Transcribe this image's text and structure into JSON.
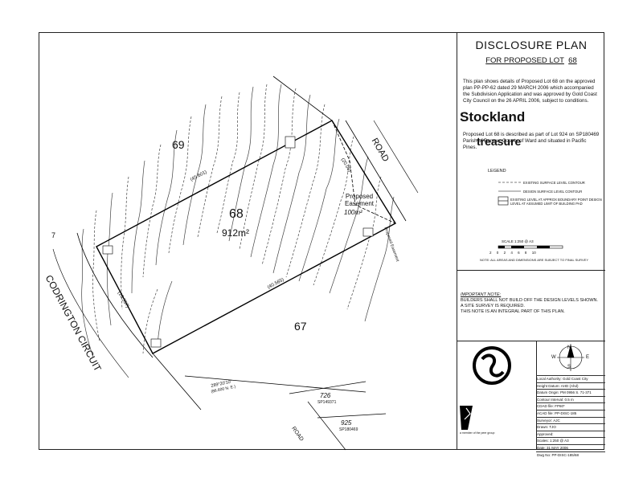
{
  "title": "DISCLOSURE PLAN",
  "subtitle": {
    "prefix": "FOR PROPOSED LOT",
    "lot": "68"
  },
  "description": "This plan shows details of Proposed Lot 68 on the approved plan PP-PP-62 dated 29 MARCH 2006 which accompanied the Subdivision Application and was approved by Gold Coast City Council on the 26 APRIL 2006, subject to conditions.",
  "lot_description": "Proposed Lot 68 is described as part of Lot 924 on SP180469 Parish of Barrow, County of Ward and situated in Pacific Pines.",
  "legend": {
    "heading": "LEGEND",
    "items": [
      "EXISTING SURFACE LEVEL CONTOUR",
      "DESIGN SURFACE LEVEL CONTOUR",
      "EXISTING LEVEL AT APPROX BOUNDARY POINT DESIGN LEVEL AT ASSUMED LIMIT OF BUILDING PAD"
    ]
  },
  "scale": {
    "caption": "SCALE 1:250 @ A3",
    "ticks": [
      "2",
      "0",
      "2",
      "4",
      "6",
      "8",
      "10"
    ],
    "note": "NOTE: ALL AREAS AND DIMENSIONS ARE SUBJECT TO FINAL SURVEY"
  },
  "notes": [
    "IMPORTANT NOTE:",
    "BUILDERS SHALL NOT BUILD OFF THE DESIGN LEVELS SHOWN.",
    "A SITE SURVEY IS REQUIRED.",
    "THIS NOTE IS AN INTEGRAL PART OF THIS PLAN."
  ],
  "brand": {
    "primary": "Stockland",
    "secondary": "treasure",
    "tagline": "a member of the peer group"
  },
  "info_rows": [
    "Local Authority: Gold Coast City",
    "Height Datum: AHD (Ahd)",
    "Datum Origin: PM 0956 S. 71-371",
    "Contour Interval: 0.5 m",
    "CDAD file: FP60*",
    "ACAD file: PP-DISC-185",
    "Surveyor: AJC",
    "Drawn: TJO",
    "Approved:",
    "Scales: 1:250 @ A3",
    "Date: 31 MAY 2006",
    "Dwg No: PP-DISC-185/68"
  ],
  "north_arrow": {
    "n": "N",
    "e": "E",
    "s": "S",
    "w": "W"
  },
  "map": {
    "lot_69": "69",
    "lot_68": "68",
    "lot_68_area": "912m²",
    "lot_67": "67",
    "road_top": "ROAD",
    "road_bottom": "ROAD",
    "street_left": "CODRINGTON CIRCUIT",
    "easement_label": "Proposed Easement",
    "easement_area": "100m²",
    "easement_vertical": "Proposed Easement",
    "lot_726": "726",
    "sp_726": "SP149371",
    "lot_925": "925",
    "sp_925": "SP180469",
    "dim_top": "(45.601)",
    "dim_bottom": "(40.565)",
    "dim_left": "(16.557)",
    "dim_right": "(20.00)",
    "bearing": "289°20'10\"",
    "bearing_sub": "(86.600 N. E.)",
    "seven": "7"
  },
  "colors": {
    "ink": "#111111",
    "paper": "#ffffff"
  }
}
